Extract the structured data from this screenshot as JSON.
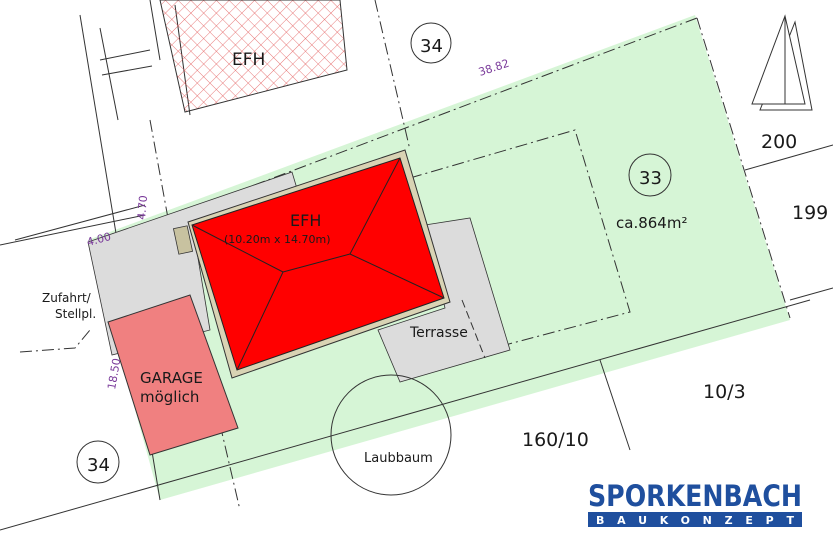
{
  "labels": {
    "efh_neighbor": "EFH",
    "parcel_34_top": "34",
    "parcel_34_bottom": "34",
    "parcel_33": "33",
    "area": "ca.864m²",
    "house": "EFH",
    "house_size": "(10.20m  x  14.70m)",
    "terrace": "Terrasse",
    "garage_line1": "GARAGE",
    "garage_line2": "möglich",
    "driveway_line1": "Zufahrt/",
    "driveway_line2": "Stellpl.",
    "tree": "Laubbaum",
    "parcel_200": "200",
    "parcel_199": "199",
    "parcel_10_3": "10/3",
    "parcel_160_10": "160/10"
  },
  "dimensions": {
    "top_edge": "38.82",
    "left_offset": "4.70",
    "driveway_width": "4.00",
    "left_edge": "18.50"
  },
  "logo": {
    "name": "SPORKENBACH",
    "tagline": "BAUKONZEPT"
  },
  "colors": {
    "plot": "#d6f5d6",
    "house": "#ff0000",
    "garage": "#f08080",
    "paving": "#dcdcdc",
    "dimension": "#7a3a9a",
    "logo": "#1f4f9e"
  }
}
